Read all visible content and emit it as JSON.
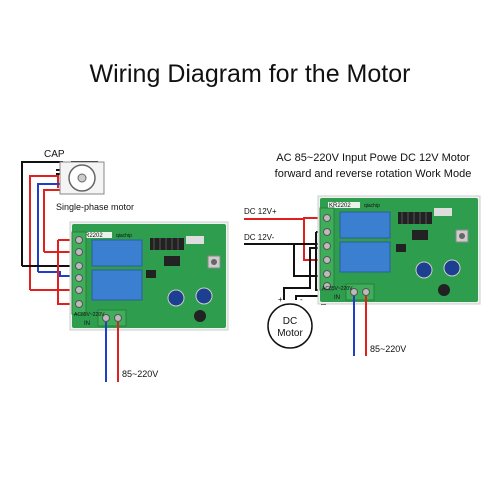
{
  "title": "Wiring Diagram for the Motor",
  "left": {
    "cap_label": "CAP",
    "motor_label": "Single-phase motor",
    "board_model": "KR2202",
    "board_brand": "qiachip",
    "board_voltage": "AC85V~220V",
    "terminal_in": "IN",
    "supply_label": "85~220V"
  },
  "right": {
    "header_line1": "AC 85~220V Input Powe DC 12V Motor",
    "header_line2": "forward and reverse  rotation Work Mode",
    "dc_plus": "DC 12V+",
    "dc_minus": "DC 12V-",
    "board_model": "KR2202",
    "board_brand": "qiachip",
    "board_voltage": "AC85V~220V",
    "terminal_in": "IN",
    "motor_plus": "+",
    "motor_minus": "-",
    "motor_line1": "DC",
    "motor_line2": "Motor",
    "supply_label": "85~220V"
  },
  "colors": {
    "pcb": "#2e9e4e",
    "pcb_dark": "#1f7a39",
    "relay": "#3a7fd0",
    "terminal": "#3fae5b",
    "wire_red": "#e0201c",
    "wire_blue": "#1f3fc8",
    "wire_black": "#111111"
  }
}
